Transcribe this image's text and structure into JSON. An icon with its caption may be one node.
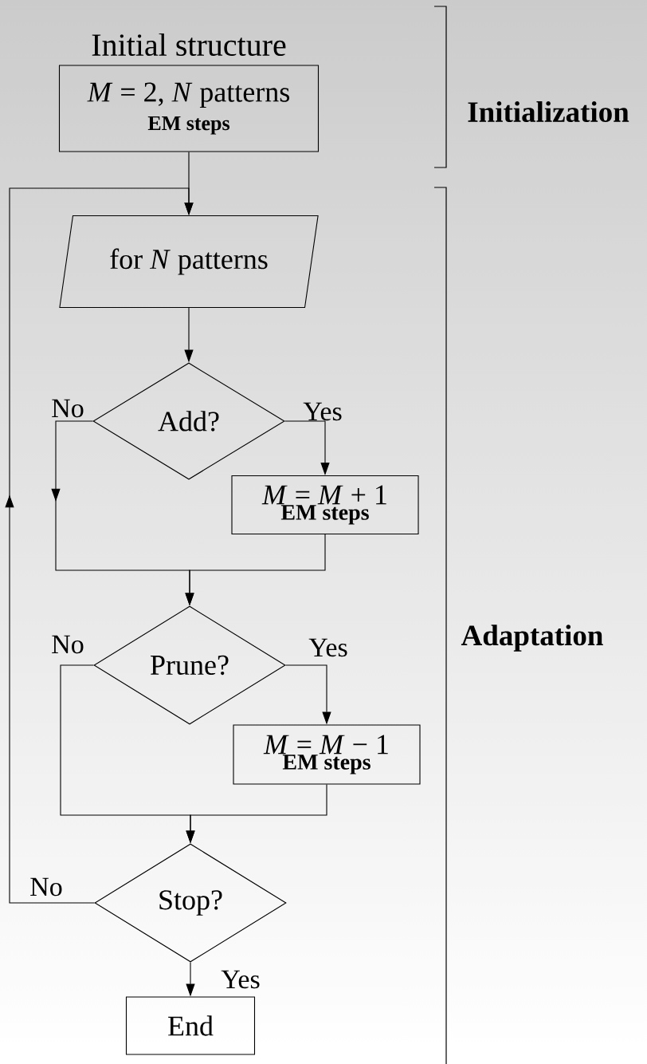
{
  "diagram": {
    "nodes": [
      {
        "text": [
          "Initial structure",
          "*M* = 2, *N* patterns",
          "EM steps"
        ]
      },
      {
        "text": [
          "for *N* patterns"
        ]
      },
      {
        "text": [
          "Add?"
        ]
      },
      {
        "text": [
          "*M* = *M* + 1",
          "EM steps"
        ]
      },
      {
        "text": [
          "Prune?"
        ]
      },
      {
        "text": [
          "*M* = *M* − 1",
          "EM steps"
        ]
      },
      {
        "text": [
          "Stop?"
        ]
      },
      {
        "text": [
          "End"
        ]
      }
    ],
    "edges": [
      {
        "from": 0,
        "to": 1,
        "arrow": "to"
      },
      {
        "from": 1,
        "to": 2,
        "arrow": "to"
      },
      {
        "from": 2,
        "to": 3,
        "arrow": "to",
        "label": "Yes"
      },
      {
        "from": 2,
        "to": 4,
        "arrow": "to",
        "label": "No"
      },
      {
        "from": 3,
        "to": 4,
        "arrow": "to"
      },
      {
        "from": 4,
        "to": 5,
        "arrow": "to",
        "label": "Yes"
      },
      {
        "from": 4,
        "to": 6,
        "arrow": "to",
        "label": "No"
      },
      {
        "from": 5,
        "to": 6,
        "arrow": "to"
      },
      {
        "from": 6,
        "to": 7,
        "arrow": "to",
        "label": "Yes"
      },
      {
        "from": 6,
        "to": 1,
        "arrow": "to",
        "label": "No"
      }
    ],
    "labels": [
      "Initialization",
      "Adaptation"
    ]
  }
}
